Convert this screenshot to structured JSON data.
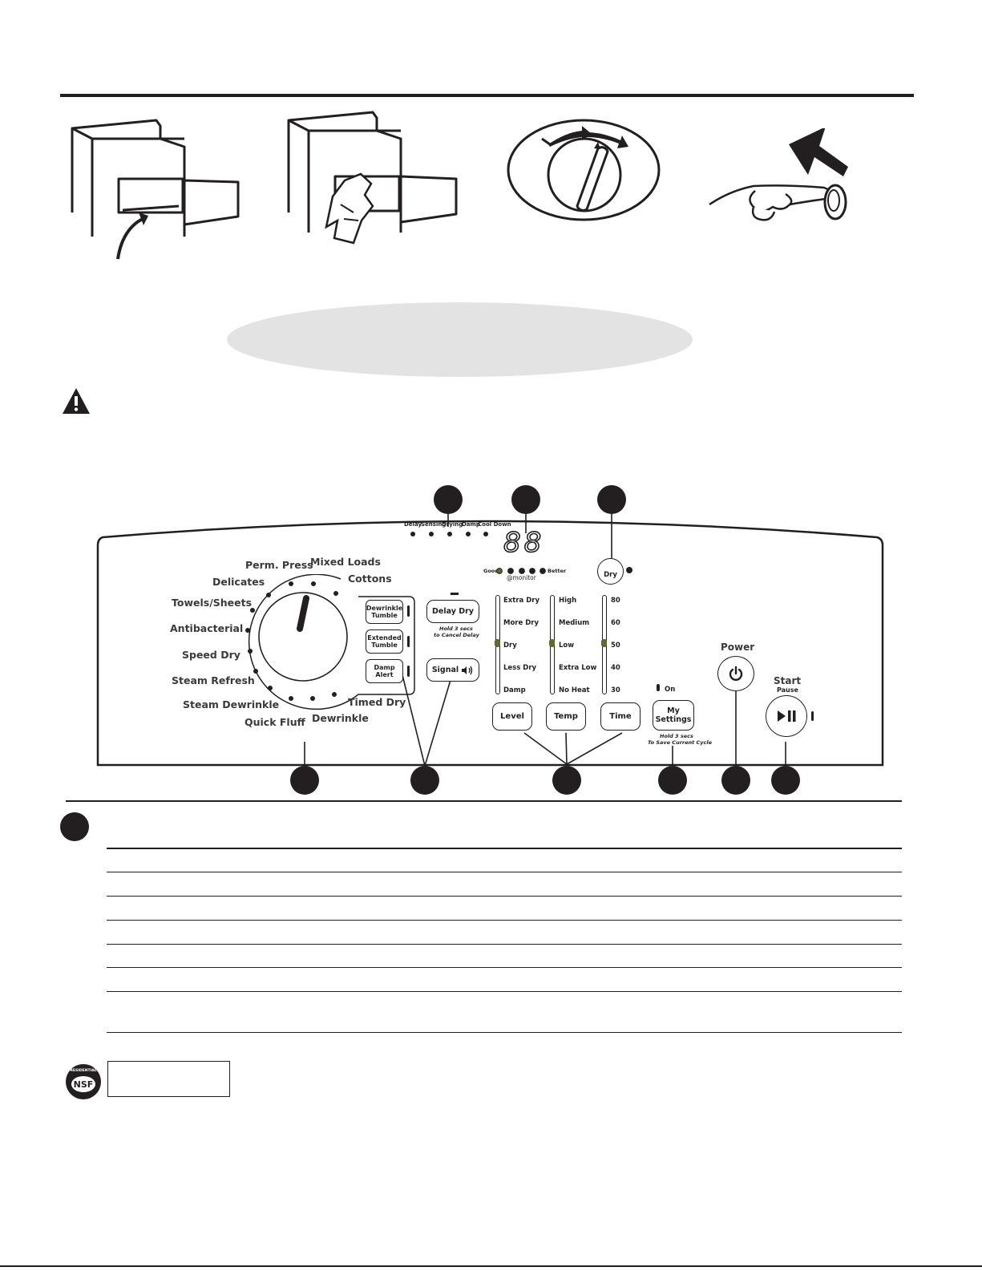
{
  "dial_cycles": {
    "perm_press": "Perm. Press",
    "mixed_loads": "Mixed Loads",
    "delicates": "Delicates",
    "cottons": "Cottons",
    "towels_sheets": "Towels/Sheets",
    "antibacterial": "Antibacterial",
    "speed_dry": "Speed Dry",
    "steam_refresh": "Steam Refresh",
    "steam_dewrinkle": "Steam Dewrinkle",
    "quick_fluff": "Quick Fluff",
    "dewrinkle": "Dewrinkle",
    "timed_dry": "Timed Dry"
  },
  "status": {
    "delay": "Delay",
    "sensing": "Sensing",
    "drying": "Drying",
    "damp": "Damp",
    "cool_down": "Cool Down",
    "display": "88"
  },
  "monitor": {
    "good": "Good",
    "better": "Better",
    "brand": "@monitor"
  },
  "options": {
    "dewrinkle_tumble": [
      "Dewrinkle",
      "Tumble"
    ],
    "extended_tumble": [
      "Extended",
      "Tumble"
    ],
    "damp_alert": [
      "Damp",
      "Alert"
    ]
  },
  "delay_dry": {
    "label": "Delay Dry",
    "note1": "Hold 3 secs",
    "note2": "to Cancel Delay"
  },
  "signal": {
    "label": "Signal"
  },
  "dry_button": "Dry",
  "level_column": [
    "Extra Dry",
    "More Dry",
    "Dry",
    "Less Dry",
    "Damp"
  ],
  "temp_column": [
    "High",
    "Medium",
    "Low",
    "Extra Low",
    "No Heat"
  ],
  "time_column": [
    "80",
    "60",
    "50",
    "40",
    "30"
  ],
  "bottom_buttons": {
    "level": "Level",
    "temp": "Temp",
    "time": "Time"
  },
  "my_settings": {
    "line1": "My",
    "line2": "Settings",
    "on": "On",
    "note1": "Hold 3 secs",
    "note2": "To Save Current Cycle"
  },
  "power": {
    "label": "Power"
  },
  "start": {
    "label": "Start",
    "sub": "Pause"
  },
  "nsf": {
    "top": "RESIDENTIAL",
    "mark": "NSF"
  }
}
